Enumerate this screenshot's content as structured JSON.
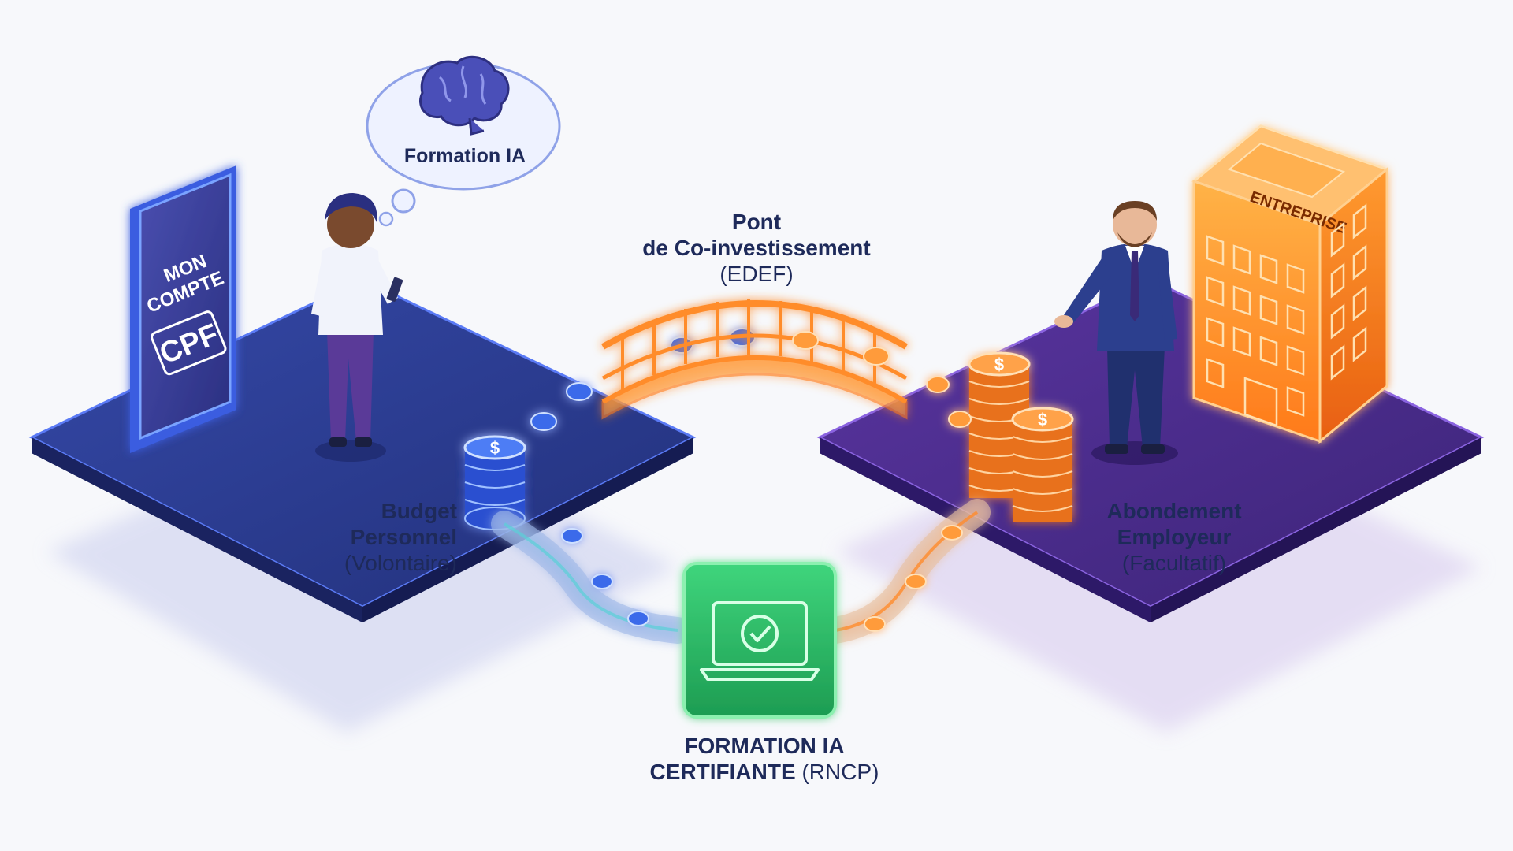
{
  "diagram": {
    "bubble_text": "Formation IA",
    "phone": {
      "line1": "MON",
      "line2": "COMPTE",
      "line3": "CPF"
    },
    "building": {
      "sign": "ENTREPRISE"
    },
    "bridge": {
      "line1": "Pont",
      "line2": "de Co-investissement",
      "line3": "(EDEF)"
    },
    "budget": {
      "line1": "Budget",
      "line2": "Personnel",
      "line3": "(Volontaire)"
    },
    "abondement": {
      "line1": "Abondement",
      "line2": "Employeur",
      "line3": "(Facultatif)"
    },
    "formation": {
      "line1": "FORMATION IA",
      "line2_bold": "CERTIFIANTE",
      "line2_regular": "(RNCP)"
    },
    "coin_symbol": "$"
  },
  "colors": {
    "left_platform": "#2b3b8f",
    "right_platform": "#4a2d8c",
    "bridge_orange": "#ff8c2a",
    "certif_green": "#2fbf6a",
    "phone_blue": "#4d7df5",
    "text_dark": "#1e2a5a"
  },
  "icons": [
    "brain-icon",
    "laptop-check-icon",
    "coin-icon"
  ]
}
